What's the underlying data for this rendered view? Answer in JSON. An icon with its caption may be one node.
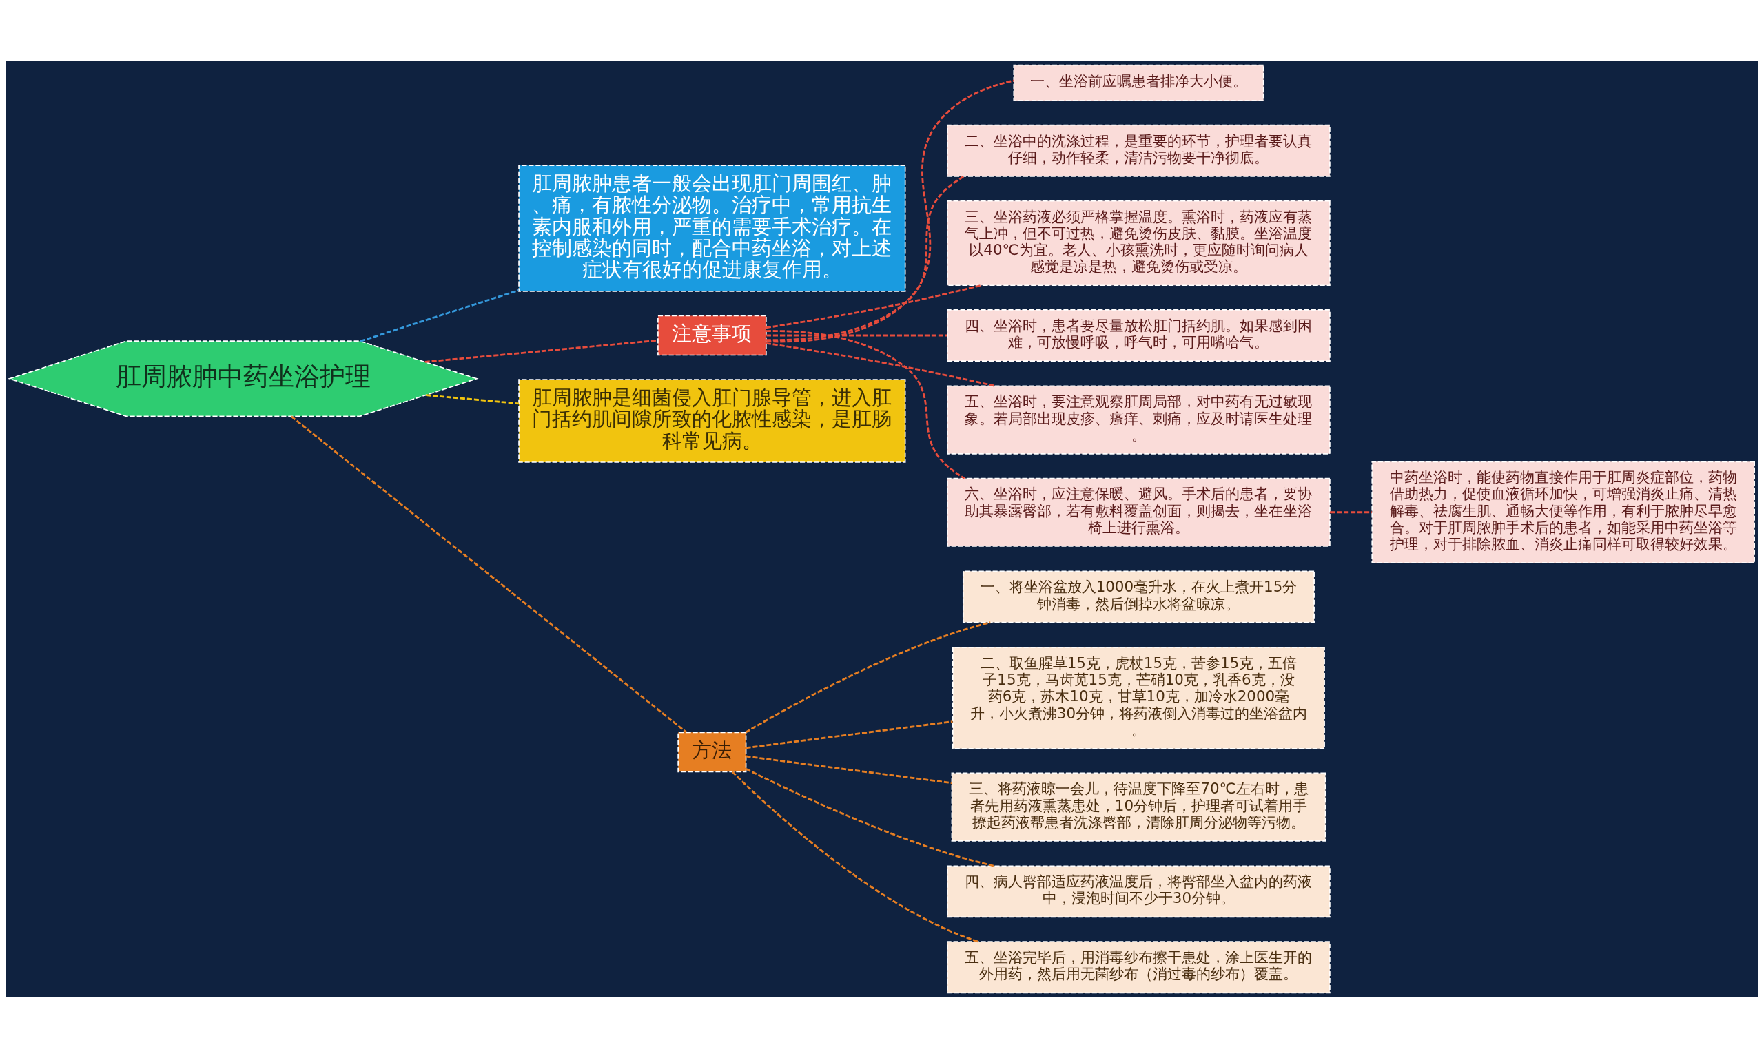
{
  "diagram": {
    "nodes": [
      {
        "text": [
          "肛周脓肿中药坐浴护理"
        ]
      },
      {
        "text": [
          "肛周脓肿患者一般会出现肛门周围红、肿、痛，有脓性分泌物。治疗中，常用抗生素内服和外用，严重的需要手术治疗。在控制感染的同时，配合中药坐浴，对上述症状有很好的促进康复作用。"
        ]
      },
      {
        "text": [
          "注意事项"
        ]
      },
      {
        "text": [
          "一、坐浴前应嘱患者排净大小便。"
        ]
      },
      {
        "text": [
          "二、坐浴中的洗涤过程，是重要的环节，护理者要认真仔细，动作轻柔，清洁污物要干净彻底。"
        ]
      },
      {
        "text": [
          "三、坐浴药液必须严格掌握温度。熏浴时，药液应有蒸气上冲，但不可过热，避免烫伤皮肤、黏膜。坐浴温度以40℃为宜。老人、小孩熏洗时，更应随时询问病人感觉是凉是热，避免烫伤或受凉。"
        ]
      },
      {
        "text": [
          "四、坐浴时，患者要尽量放松肛门括约肌。如果感到困难，可放慢呼吸，呼气时，可用嘴哈气。"
        ]
      },
      {
        "text": [
          "五、坐浴时，要注意观察肛周局部，对中药有无过敏现象。若局部出现皮疹、瘙痒、刺痛，应及时请医生处理。"
        ]
      },
      {
        "text": [
          "六、坐浴时，应注意保暖、避风。手术后的患者，要协助其暴露臀部，若有敷料覆盖创面，则揭去，坐在坐浴椅上进行熏浴。"
        ]
      },
      {
        "text": [
          "中药坐浴时，能使药物直接作用于肛周炎症部位，药物借助热力，促使血液循环加快，可增强消炎止痛、清热解毒、祛腐生肌、通畅大便等作用，有利于脓肿尽早愈合。对于肛周脓肿手术后的患者，如能采用中药坐浴等护理，对于排除脓血、消炎止痛同样可取得较好效果。"
        ]
      },
      {
        "text": [
          "肛周脓肿是细菌侵入肛门腺导管，进入肛门括约肌间隙所致的化脓性感染，是肛肠科常见病。"
        ]
      },
      {
        "text": [
          "方法"
        ]
      },
      {
        "text": [
          "一、将坐浴盆放入1000毫升水，在火上煮开15分钟消毒，然后倒掉水将盆晾凉。"
        ]
      },
      {
        "text": [
          "二、取鱼腥草15克，虎杖15克，苦参15克，五倍子15克，马齿苋15克，芒硝10克，乳香6克，没药6克，苏木10克，甘草10克，加冷水2000毫升，小火煮沸30分钟，将药液倒入消毒过的坐浴盆内。"
        ]
      },
      {
        "text": [
          "三、将药液晾一会儿，待温度下降至70℃左右时，患者先用药液熏蒸患处，10分钟后，护理者可试着用手撩起药液帮患者洗涤臀部，清除肛周分泌物等污物。"
        ]
      },
      {
        "text": [
          "四、病人臀部适应药液温度后，将臀部坐入盆内的药液中，浸泡时间不少于30分钟。"
        ]
      },
      {
        "text": [
          "五、坐浴完毕后，用消毒纱布擦干患处，涂上医生开的外用药，然后用无菌纱布（消过毒的纱布）覆盖。"
        ]
      }
    ],
    "edges": [
      {
        "from": 0,
        "to": 1,
        "arrow": "none",
        "style": "dashed",
        "color": "#3498db"
      },
      {
        "from": 0,
        "to": 2,
        "arrow": "none",
        "style": "dashed",
        "color": "#e74c3c"
      },
      {
        "from": 2,
        "to": 3,
        "arrow": "none",
        "style": "dashed",
        "color": "#e74c3c"
      },
      {
        "from": 2,
        "to": 4,
        "arrow": "none",
        "style": "dashed",
        "color": "#e74c3c"
      },
      {
        "from": 2,
        "to": 5,
        "arrow": "none",
        "style": "dashed",
        "color": "#e74c3c"
      },
      {
        "from": 2,
        "to": 6,
        "arrow": "none",
        "style": "dashed",
        "color": "#e74c3c"
      },
      {
        "from": 2,
        "to": 7,
        "arrow": "none",
        "style": "dashed",
        "color": "#e74c3c"
      },
      {
        "from": 2,
        "to": 8,
        "arrow": "none",
        "style": "dashed",
        "color": "#e74c3c"
      },
      {
        "from": 8,
        "to": 9,
        "arrow": "none",
        "style": "dashed",
        "color": "#e74c3c"
      },
      {
        "from": 0,
        "to": 10,
        "arrow": "none",
        "style": "dashed",
        "color": "#f1c40f"
      },
      {
        "from": 0,
        "to": 11,
        "arrow": "none",
        "style": "dashed",
        "color": "#e67e22"
      },
      {
        "from": 11,
        "to": 12,
        "arrow": "none",
        "style": "dashed",
        "color": "#e67e22"
      },
      {
        "from": 11,
        "to": 13,
        "arrow": "none",
        "style": "dashed",
        "color": "#e67e22"
      },
      {
        "from": 11,
        "to": 14,
        "arrow": "none",
        "style": "dashed",
        "color": "#e67e22"
      },
      {
        "from": 11,
        "to": 15,
        "arrow": "none",
        "style": "dashed",
        "color": "#e67e22"
      },
      {
        "from": 11,
        "to": 16,
        "arrow": "none",
        "style": "dashed",
        "color": "#e67e22"
      }
    ]
  }
}
